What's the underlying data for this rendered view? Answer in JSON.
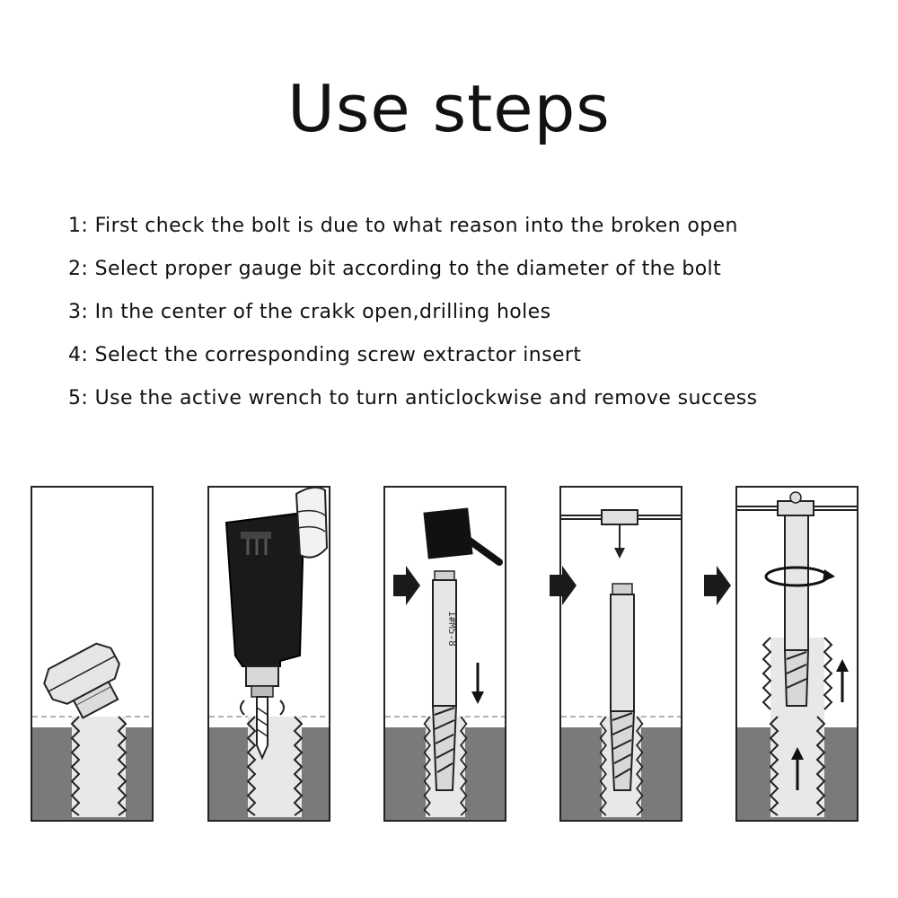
{
  "title": "Use steps",
  "steps": [
    "1: First check the bolt is due to what reason into the broken open",
    "2: Select proper gauge bit according to the diameter of the bolt",
    "3: In the center of the crakk open,drilling holes",
    "4: Select the corresponding screw extractor insert",
    "5: Use the active wrench to turn anticlockwise and remove success"
  ],
  "extractor_marking": "1#M5-8",
  "colors": {
    "text": "#111111",
    "material": "#7a7a7a",
    "outline": "#222222",
    "tool": "#1a1a1a",
    "dashed_line": "#999999"
  }
}
